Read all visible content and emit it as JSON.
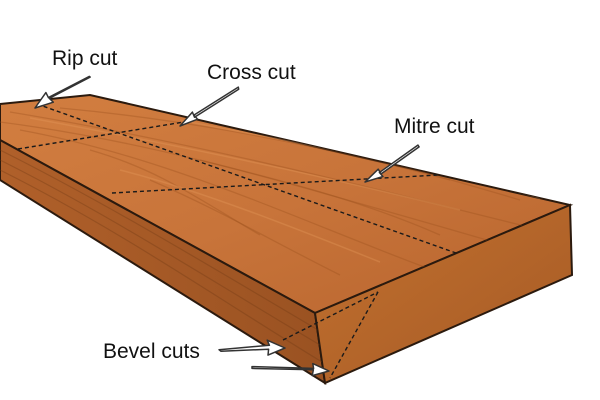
{
  "labels": {
    "rip_cut": "Rip cut",
    "cross_cut": "Cross cut",
    "mitre_cut": "Mitre cut",
    "bevel_cuts": "Bevel cuts"
  },
  "colors": {
    "wood_top": "#c8743a",
    "wood_front": "#a55a26",
    "wood_end": "#b9682f",
    "outline": "#2b1a0e",
    "cut_line": "#1a1a1a",
    "arrow_fill": "#ffffff",
    "arrow_stroke": "#333333"
  }
}
